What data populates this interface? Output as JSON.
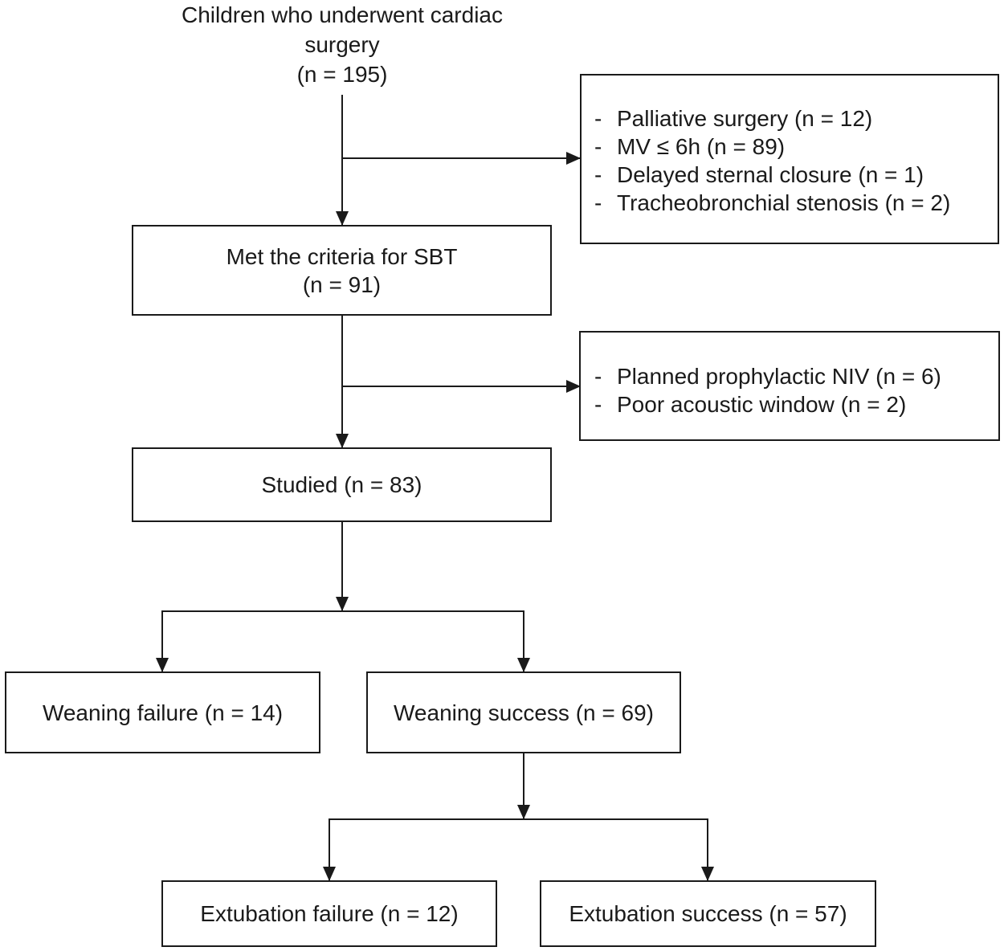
{
  "start": {
    "line1": "Children who underwent cardiac",
    "line2": "surgery",
    "line3": "(n = 195)"
  },
  "exclusion1": {
    "items": [
      "Palliative surgery (n = 12)",
      "MV ≤ 6h (n = 89)",
      "Delayed sternal closure (n = 1)",
      "Tracheobronchial stenosis (n = 2)"
    ]
  },
  "criteria": {
    "line1": "Met the criteria for SBT",
    "line2": "(n = 91)"
  },
  "exclusion2": {
    "items": [
      "Planned prophylactic NIV (n = 6)",
      "Poor acoustic window (n = 2)"
    ]
  },
  "studied": {
    "label": "Studied (n = 83)"
  },
  "weaning_failure": {
    "label": "Weaning failure (n = 14)"
  },
  "weaning_success": {
    "label": "Weaning success (n = 69)"
  },
  "extubation_failure": {
    "label": "Extubation failure (n = 12)"
  },
  "extubation_success": {
    "label": "Extubation success (n = 57)"
  },
  "list_marker": "-"
}
